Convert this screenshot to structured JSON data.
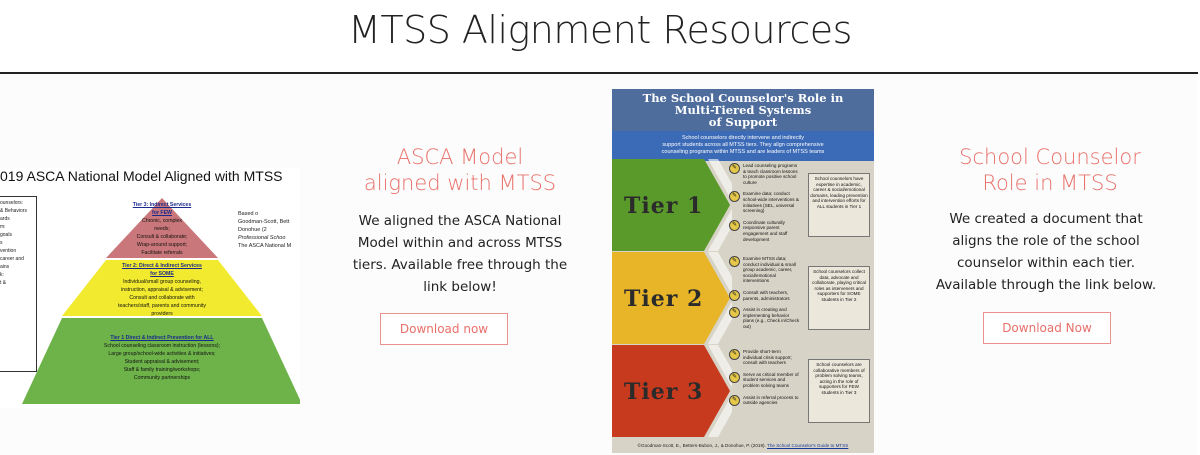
{
  "page": {
    "title": "MTSS Alignment Resources"
  },
  "pyramid": {
    "title": "019 ASCA National Model Aligned with MTSS",
    "left_box": [
      "ounselors:",
      "",
      "",
      "& Behaviors",
      "ards",
      "",
      "m:",
      "goals",
      "s",
      "",
      "",
      "vention",
      "",
      "",
      "career and",
      "ains",
      "",
      "k:",
      "t &",
      ""
    ],
    "right_text": [
      "Based o",
      "Goodman-Scott, Bett",
      "Donohue (2",
      "Professional Schoo",
      "",
      "The ASCA National M"
    ],
    "tier3": {
      "heading": "Tier 3: Indirect Services",
      "heading2": "for FEW",
      "lines": [
        "Chronic, complex",
        "needs;",
        "Consult & collaborate;",
        "Wrap-around support;",
        "Facilitate referrals"
      ]
    },
    "tier2": {
      "heading": "Tier 2: Direct & Indirect Services",
      "heading2": "for SOME",
      "lines": [
        "Individual/small group counseling,",
        "instruction, appraisal & advisement;",
        "Consult and collaborate with",
        "teachers/staff, parents and community",
        "providers"
      ]
    },
    "tier1": {
      "heading": "Tier 1 Direct & Indirect Prevention for ALL",
      "lines": [
        "School counseling classroom instruction (lessons);",
        "Large group/school-wide activities & initiatives;",
        "Student appraisal & advisement;",
        "Staff & family training/workshops;",
        "Community partnerships"
      ]
    }
  },
  "card1": {
    "title_line1": "ASCA Model",
    "title_line2": "aligned with MTSS",
    "body": [
      "We aligned the ASCA National",
      "Model within and across MTSS",
      "tiers. Available free through the",
      "link below!"
    ],
    "button": "Download now"
  },
  "infographic": {
    "title": [
      "The School Counselor's Role in",
      "Multi-Tiered Systems",
      "of Support"
    ],
    "subtitle": [
      "School counselors directly intervene and indirectly",
      "support students across all MTSS tiers. They align comprehensive",
      "counseling programs within MTSS and are leaders of MTSS teams"
    ],
    "tiers": [
      {
        "label": "Tier 1",
        "color": "#5a9a2a",
        "items": [
          "Lead counseling programs & teach classroom lessons to promote positive school culture",
          "Examine data; conduct school-wide interventions & initiatives (SEL, universal screening)",
          "Coordinate culturally responsive parent engagement and staff development"
        ],
        "right": "School counselors have expertise in academic, career & social/emotional domains, leading prevention and intervention efforts for ALL students in Tier 1"
      },
      {
        "label": "Tier 2",
        "color": "#e8b528",
        "items": [
          "Examine MTSS data; conduct individual & small group academic, career, social/emotional interventions",
          "Consult with teachers, parents, administrators",
          "Assist in creating and implementing behavior plans (e.g., Check in/Check out)"
        ],
        "right": "School counselors collect data, advocate and collaborate, playing critical roles as interveners and supporters for SOME students in Tier 2"
      },
      {
        "label": "Tier 3",
        "color": "#c83a1e",
        "items": [
          "Provide short-term individual crisis support; consult with teachers",
          "Serve as critical member of student services and problem solving teams",
          "Assist in referral process to outside agencies"
        ],
        "right": "School counselors are collaborative members of problem solving teams, acting in the role of supporters for FEW students in Tier 3"
      }
    ],
    "footer_prefix": "©Goodman-Scott, E., Betters-Bubon, J., & Donohue, P. (2019).",
    "footer_link": "The School Counselor's Guide to MTSS"
  },
  "card2": {
    "title_line1": "School Counselor",
    "title_line2": "Role in MTSS",
    "body": [
      "We created a document that",
      "aligns the role of the school",
      "counselor within each tier.",
      "Available through the link below."
    ],
    "button": "Download Now"
  }
}
